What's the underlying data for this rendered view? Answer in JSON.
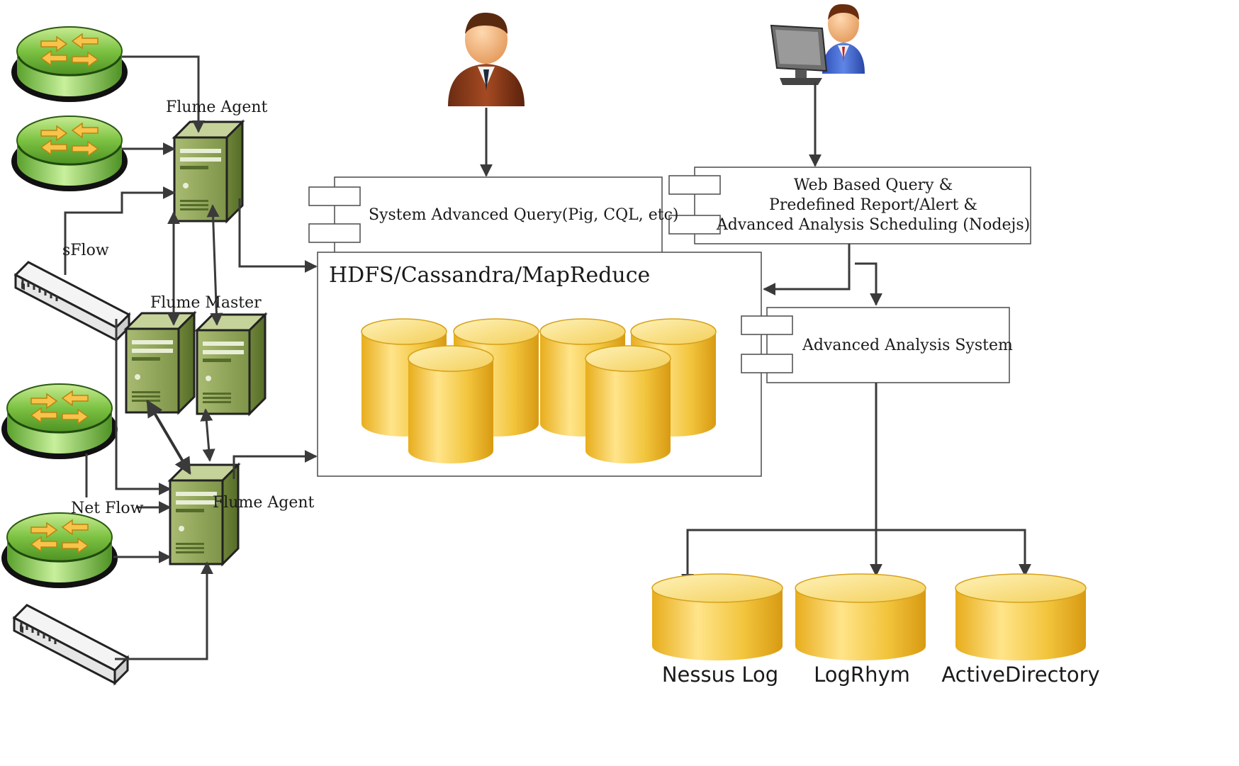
{
  "labels": {
    "flume_agent_top": "Flume Agent",
    "flume_agent_bottom": "Flume Agent",
    "flume_master": "Flume Master",
    "sflow": "sFlow",
    "net_flow": "Net Flow",
    "system_query": "System Advanced Query(Pig, CQL, etc)",
    "web_query_line1": "Web Based Query &",
    "web_query_line2": "Predefined Report/Alert &",
    "web_query_line3": "Advanced Analysis Scheduling (Nodejs)",
    "hdfs": "HDFS/Cassandra/MapReduce",
    "advanced_analysis": "Advanced Analysis System",
    "nessus": "Nessus Log",
    "logrhym": "LogRhym",
    "active_directory": "ActiveDirectory"
  },
  "icons": {
    "router": "router-icon",
    "switch": "network-switch-icon",
    "server": "server-icon",
    "user": "user-icon",
    "workstation_user": "workstation-user-icon",
    "database": "database-icon"
  },
  "colors": {
    "router_green": "#7cc242",
    "server_green": "#8ea25a",
    "db_gold": "#f2c53d",
    "line": "#3a3a3a"
  }
}
